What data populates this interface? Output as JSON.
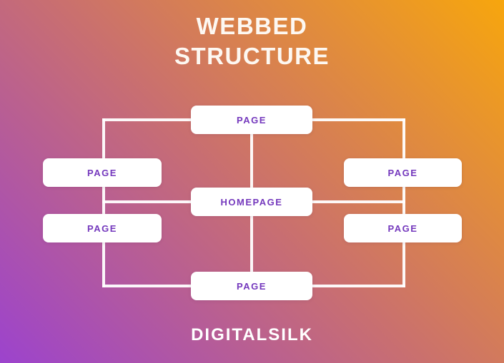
{
  "title": {
    "line1": "WEBBED",
    "line2": "STRUCTURE"
  },
  "diagram": {
    "type": "site-structure-webbed",
    "nodes": [
      {
        "id": "top-page",
        "label": "PAGE"
      },
      {
        "id": "left-upper-page",
        "label": "PAGE"
      },
      {
        "id": "right-upper-page",
        "label": "PAGE"
      },
      {
        "id": "homepage",
        "label": "HOMEPAGE"
      },
      {
        "id": "left-lower-page",
        "label": "PAGE"
      },
      {
        "id": "right-lower-page",
        "label": "PAGE"
      },
      {
        "id": "bottom-page",
        "label": "PAGE"
      }
    ],
    "node_text_color": "#7438bd",
    "node_background": "#ffffff",
    "connector_color": "#ffffff"
  },
  "footer": {
    "logo_text": "DIGITALSILK"
  },
  "background": {
    "gradient_start": "#f7a60d",
    "gradient_mid": "#c96f70",
    "gradient_end": "#9c43cd"
  }
}
